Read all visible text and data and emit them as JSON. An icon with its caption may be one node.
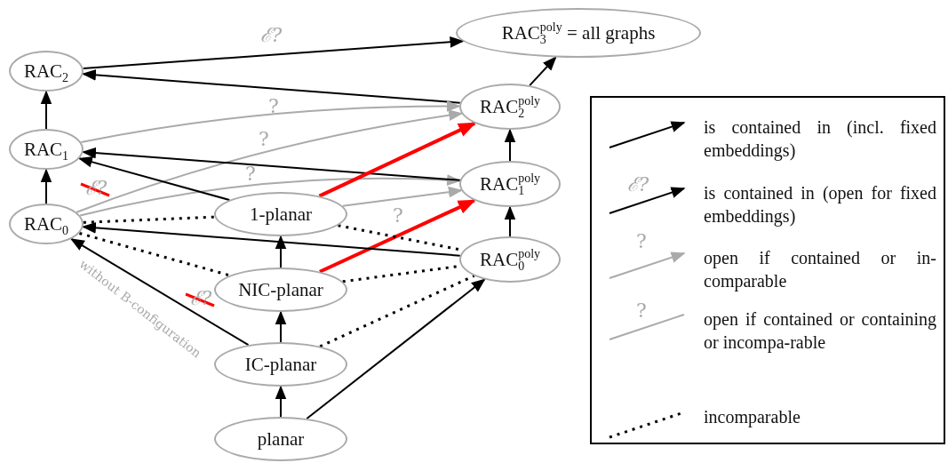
{
  "diagram": {
    "nodes": [
      {
        "text": [
          "RAC$_{2}$"
        ]
      },
      {
        "text": [
          "RAC$_{1}$"
        ]
      },
      {
        "text": [
          "RAC$_{0}$"
        ]
      },
      {
        "text": [
          "RAC$_{3}$$^{poly}$ = all graphs"
        ]
      },
      {
        "text": [
          "RAC$_{2}$$^{poly}$"
        ]
      },
      {
        "text": [
          "RAC$_{1}$$^{poly}$"
        ]
      },
      {
        "text": [
          "RAC$_{0}$$^{poly}$"
        ]
      },
      {
        "text": [
          "1-planar"
        ]
      },
      {
        "text": [
          "NIC-planar"
        ]
      },
      {
        "text": [
          "IC-planar"
        ]
      },
      {
        "text": [
          "planar"
        ]
      }
    ],
    "edges": [
      {
        "from": 0,
        "to": 3,
        "arrow": "to",
        "label": "ℰ?"
      },
      {
        "from": 1,
        "to": 0,
        "arrow": "to"
      },
      {
        "from": 2,
        "to": 1,
        "arrow": "to"
      },
      {
        "from": 4,
        "to": 0,
        "arrow": "to"
      },
      {
        "from": 4,
        "to": 3,
        "arrow": "to"
      },
      {
        "from": 5,
        "to": 4,
        "arrow": "to"
      },
      {
        "from": 6,
        "to": 5,
        "arrow": "to"
      },
      {
        "from": 1,
        "to": 4,
        "arrow": "to",
        "label": "?",
        "color": "#aaaaaa"
      },
      {
        "from": 2,
        "to": 4,
        "arrow": "to",
        "label": "?",
        "color": "#aaaaaa"
      },
      {
        "from": 2,
        "to": 5,
        "arrow": "to",
        "label": "?",
        "color": "#aaaaaa"
      },
      {
        "from": 7,
        "to": 5,
        "arrow": "to",
        "label": "?",
        "color": "#aaaaaa"
      },
      {
        "from": 5,
        "to": 1,
        "arrow": "to"
      },
      {
        "from": 7,
        "to": 1,
        "arrow": "to"
      },
      {
        "from": 7,
        "to": 4,
        "arrow": "to",
        "style": "thick",
        "color": "#ff0000"
      },
      {
        "from": 8,
        "to": 5,
        "arrow": "to",
        "style": "thick",
        "color": "#ff0000"
      },
      {
        "from": 6,
        "to": 2,
        "arrow": "to"
      },
      {
        "from": 9,
        "to": 2,
        "arrow": "to"
      },
      {
        "from": 2,
        "to": 7,
        "arrow": "none",
        "style": "dashed"
      },
      {
        "from": 2,
        "to": 8,
        "arrow": "none",
        "style": "dashed"
      },
      {
        "from": 7,
        "to": 6,
        "arrow": "none",
        "style": "dashed"
      },
      {
        "from": 8,
        "to": 6,
        "arrow": "none",
        "style": "dashed"
      },
      {
        "from": 9,
        "to": 6,
        "arrow": "none",
        "style": "dashed"
      },
      {
        "from": 10,
        "to": 6,
        "arrow": "to"
      },
      {
        "from": 10,
        "to": 9,
        "arrow": "to"
      },
      {
        "from": 9,
        "to": 8,
        "arrow": "to"
      },
      {
        "from": 8,
        "to": 7,
        "arrow": "to"
      }
    ],
    "labels": [
      "ℰ?",
      "ℰ?",
      "without B-configuration",
      "ℰ?",
      "?",
      "?"
    ],
    "legend": [
      {
        "text": "is contained in (incl. fixed embeddings)"
      },
      {
        "text": "is contained in (open for fixed embeddings)"
      },
      {
        "text": "open if contained or in-comparable"
      },
      {
        "text": "open if contained or containing or incompa-rable"
      },
      {
        "text": "incomparable"
      }
    ]
  }
}
